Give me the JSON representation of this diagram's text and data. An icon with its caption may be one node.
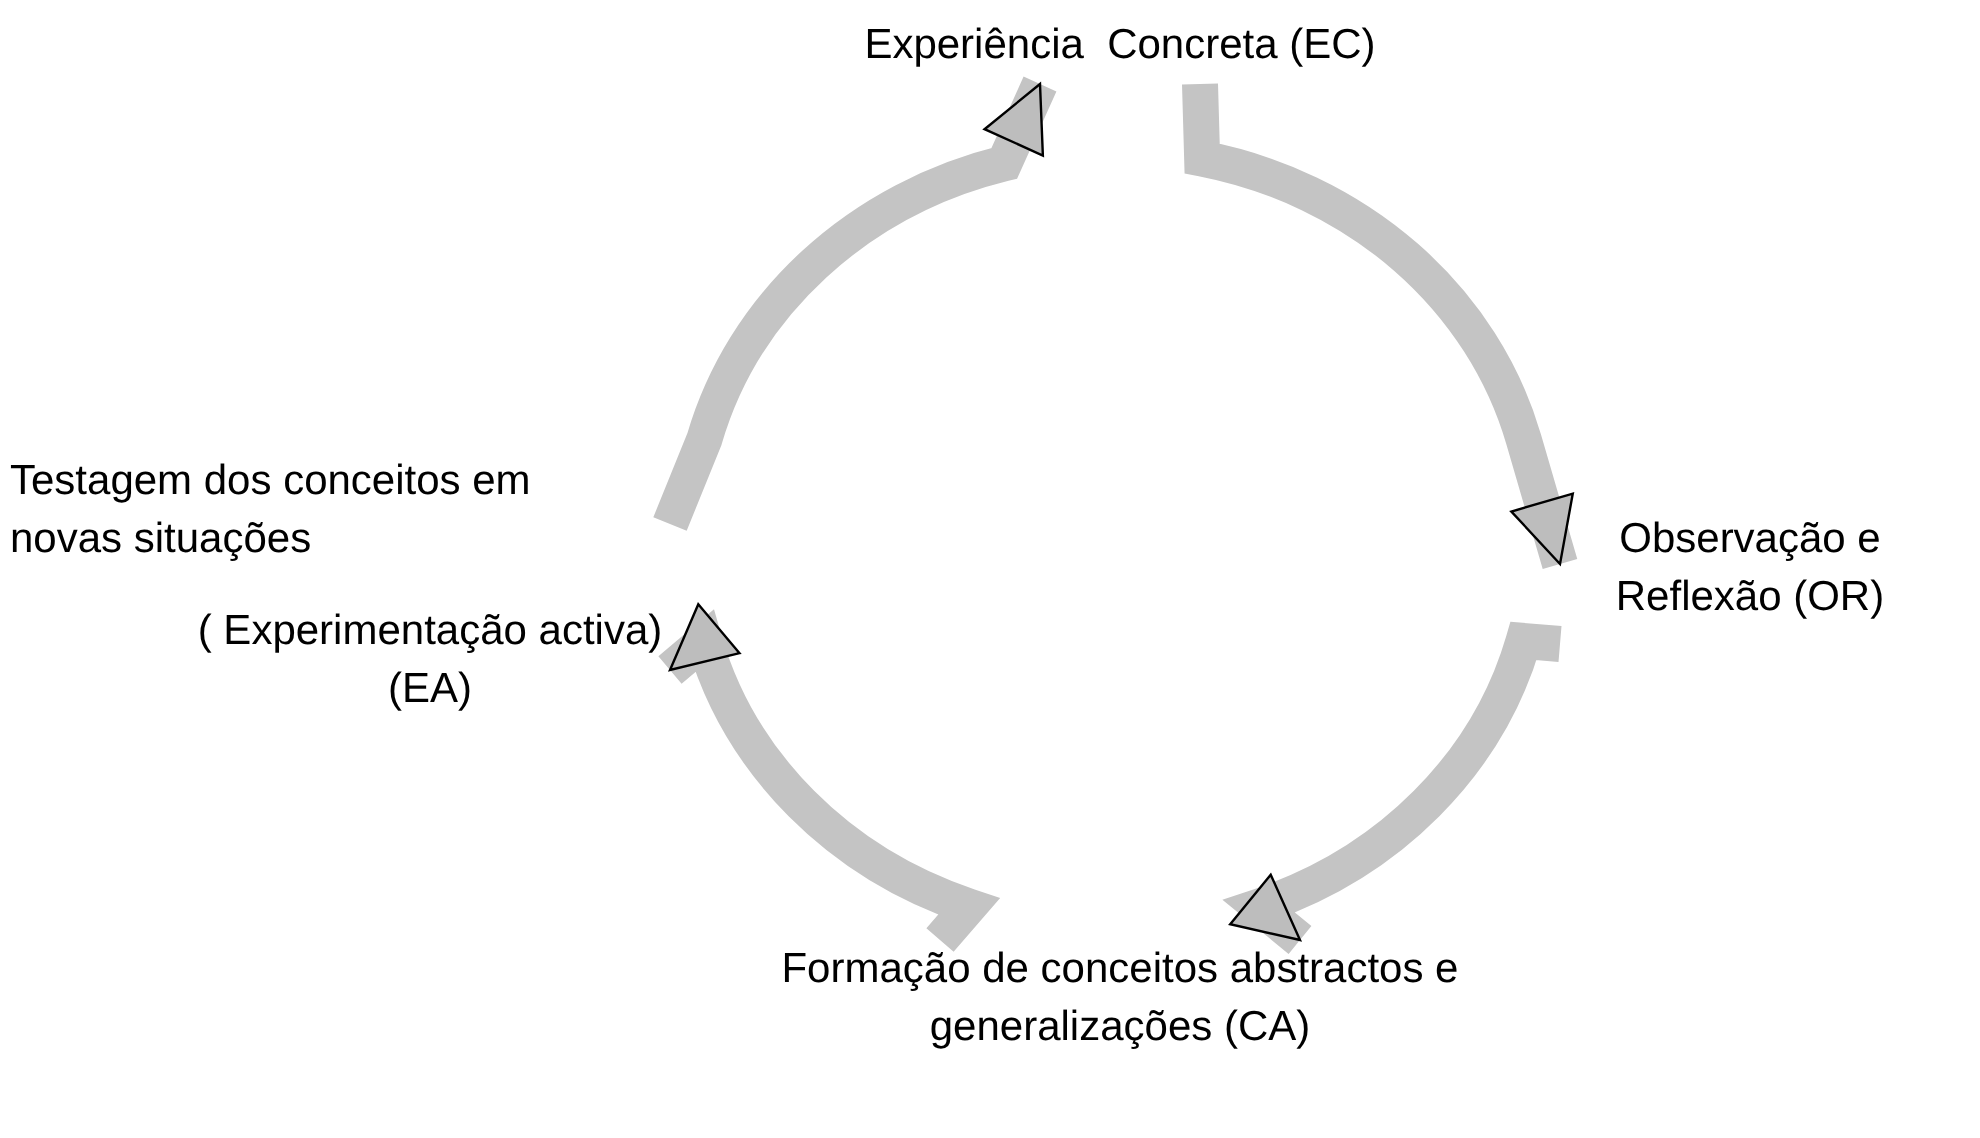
{
  "diagram": {
    "nodes": [
      {
        "text": [
          "Experiência  Concreta (EC)"
        ]
      },
      {
        "text": [
          "Observação e Reflexão (OR)"
        ]
      },
      {
        "text": [
          "Formação de conceitos abstractos e generalizações (CA)"
        ]
      },
      {
        "text": [
          "Testagem dos conceitos em novas situações",
          "( Experimentação activa) (EA)"
        ]
      }
    ],
    "edges": [
      {
        "from": 0,
        "to": 1,
        "arrow": "to"
      },
      {
        "from": 1,
        "to": 2,
        "arrow": "to"
      },
      {
        "from": 2,
        "to": 3,
        "arrow": "to"
      },
      {
        "from": 3,
        "to": 0,
        "arrow": "to"
      }
    ]
  }
}
